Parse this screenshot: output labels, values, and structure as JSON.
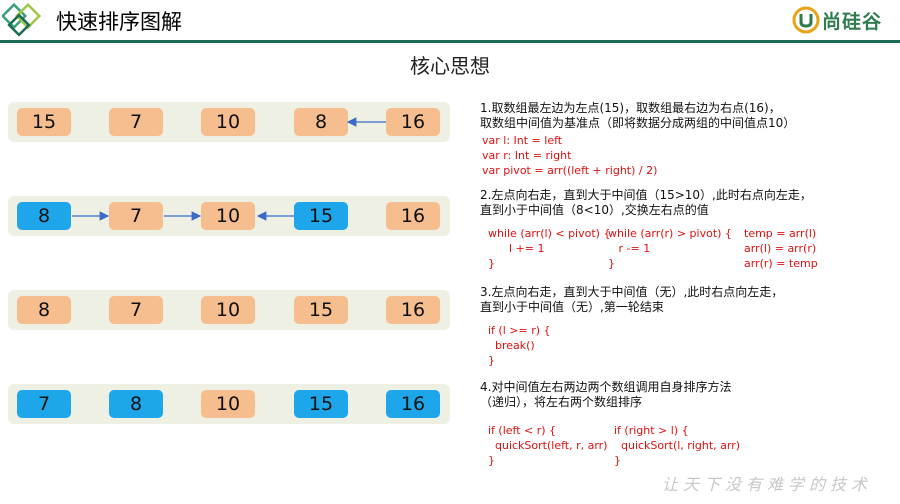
{
  "header": {
    "title": "快速排序图解",
    "brand_name": "尚硅谷"
  },
  "main_title": "核心思想",
  "rows": [
    {
      "cells": [
        {
          "value": "15",
          "color": "orange"
        },
        {
          "value": "7",
          "color": "orange"
        },
        {
          "value": "10",
          "color": "orange"
        },
        {
          "value": "8",
          "color": "orange"
        },
        {
          "value": "16",
          "color": "orange"
        }
      ]
    },
    {
      "cells": [
        {
          "value": "8",
          "color": "blue"
        },
        {
          "value": "7",
          "color": "orange"
        },
        {
          "value": "10",
          "color": "orange"
        },
        {
          "value": "15",
          "color": "blue"
        },
        {
          "value": "16",
          "color": "orange"
        }
      ]
    },
    {
      "cells": [
        {
          "value": "8",
          "color": "orange"
        },
        {
          "value": "7",
          "color": "orange"
        },
        {
          "value": "10",
          "color": "orange"
        },
        {
          "value": "15",
          "color": "orange"
        },
        {
          "value": "16",
          "color": "orange"
        }
      ]
    },
    {
      "cells": [
        {
          "value": "7",
          "color": "blue"
        },
        {
          "value": "8",
          "color": "blue"
        },
        {
          "value": "10",
          "color": "orange"
        },
        {
          "value": "15",
          "color": "blue"
        },
        {
          "value": "16",
          "color": "blue"
        }
      ]
    }
  ],
  "steps": {
    "s1": {
      "line1": "1.取数组最左边为左点(15)，取数组最右边为右点(16)，",
      "line2": "取数组中间值为基准点（即将数据分成两组的中间值点10）",
      "code1": "var l: Int = left",
      "code2": "var r: Int = right",
      "code3": "var pivot = arr((left + right) / 2)"
    },
    "s2": {
      "line1": "2.左点向右走，直到大于中间值（15>10）,此时右点向左走，",
      "line2": "直到小于中间值（8<10）,交换左右点的值",
      "code_a": "while (arr(l) < pivot) {\n      l += 1\n}",
      "code_b": "while (arr(r) > pivot) {\n   r -= 1\n}",
      "code_c": "temp = arr(l)\narr(l) = arr(r)\narr(r) = temp"
    },
    "s3": {
      "line1": "3.左点向右走，直到大于中间值（无）,此时右点向左走，",
      "line2": "直到小于中间值（无）,第一轮结束",
      "code": "if (l >= r) {\n  break()\n}"
    },
    "s4": {
      "line1": "4.对中间值左右两边两个数组调用自身排序方法",
      "line2": "（递归），将左右两个数组排序",
      "code_a": "if (left < r) {\n  quickSort(left, r, arr)\n}",
      "code_b": "if (right > l) {\n  quickSort(l, right, arr)\n}"
    }
  },
  "footer": {
    "slogan": "让天下没有难学的技术"
  },
  "colors": {
    "orange_cell": "#f6be8f",
    "blue_cell": "#1ea6eb",
    "code_red": "#e01010",
    "header_line": "#1c6b55",
    "brand_green": "#2e7d4f"
  }
}
